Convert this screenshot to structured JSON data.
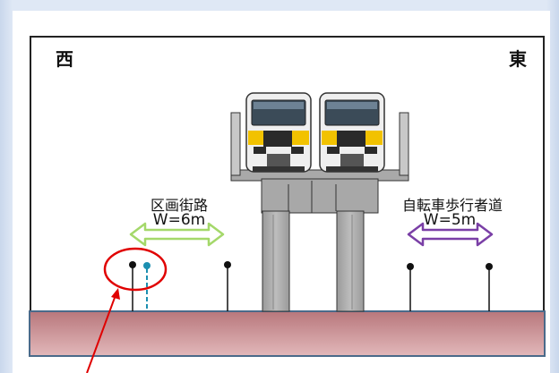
{
  "directions": {
    "west": "西",
    "east": "東"
  },
  "left_zone": {
    "name": "区画街路",
    "width": "W=6m",
    "arrow_color": "#a4d86a"
  },
  "right_zone": {
    "name": "自転車歩行者道",
    "width": "W=5m",
    "arrow_color": "#7a3fa6"
  },
  "colors": {
    "ground": "#c98f93",
    "structure": "#a8a8a8",
    "train_body": "#f1f1f1",
    "train_stripe": "#f2c200",
    "highlight_circle": "#e00000",
    "highlight_pole": "#1c8fb0"
  },
  "icons": [
    "train-icon",
    "street-light-icon",
    "double-arrow-icon",
    "circle-marker",
    "pointer-arrow"
  ]
}
